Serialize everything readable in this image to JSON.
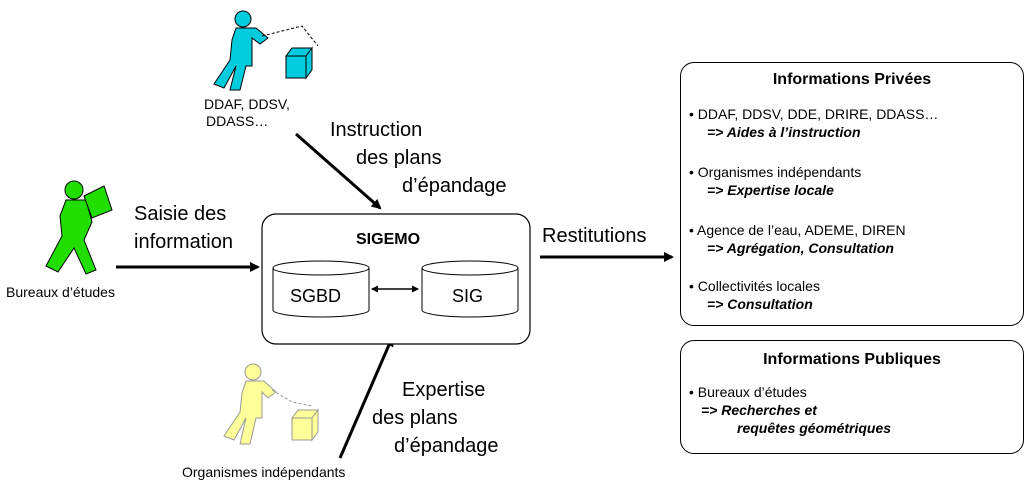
{
  "actors": {
    "ddaf": {
      "label_line1": "DDAF, DDSV,",
      "label_line2": "DDASS…"
    },
    "bureaux": {
      "label": "Bureaux d’études"
    },
    "organismes": {
      "label": "Organismes indépendants"
    }
  },
  "arrows": {
    "instruction": {
      "line1": "Instruction",
      "line2": "des plans",
      "line3": "d’épandage"
    },
    "saisie": {
      "line1": "Saisie des",
      "line2": "information"
    },
    "expertise": {
      "line1": "Expertise",
      "line2": "des plans",
      "line3": "d’épandage"
    },
    "restitutions": {
      "label": "Restitutions"
    }
  },
  "sigemo": {
    "title": "SIGEMO",
    "db1": "SGBD",
    "db2": "SIG"
  },
  "private_box": {
    "title": "Informations Privées",
    "items": [
      {
        "line": "• DDAF, DDSV, DDE, DRIRE, DDASS…",
        "sub": "=> Aides à l’instruction"
      },
      {
        "line": "• Organismes indépendants",
        "sub": "=> Expertise locale"
      },
      {
        "line": "• Agence de l’eau, ADEME, DIREN",
        "sub": "=> Agrégation, Consultation"
      },
      {
        "line": "• Collectivités locales",
        "sub": "=> Consultation"
      }
    ]
  },
  "public_box": {
    "title": "Informations Publiques",
    "item_line": "• Bureaux d’études",
    "sub_line1": "=> Recherches et",
    "sub_line2": "requêtes géométriques"
  },
  "colors": {
    "cyan_figure": "#00ccdd",
    "green_figure": "#22dd00",
    "yellow_figure": "#ffff99"
  }
}
